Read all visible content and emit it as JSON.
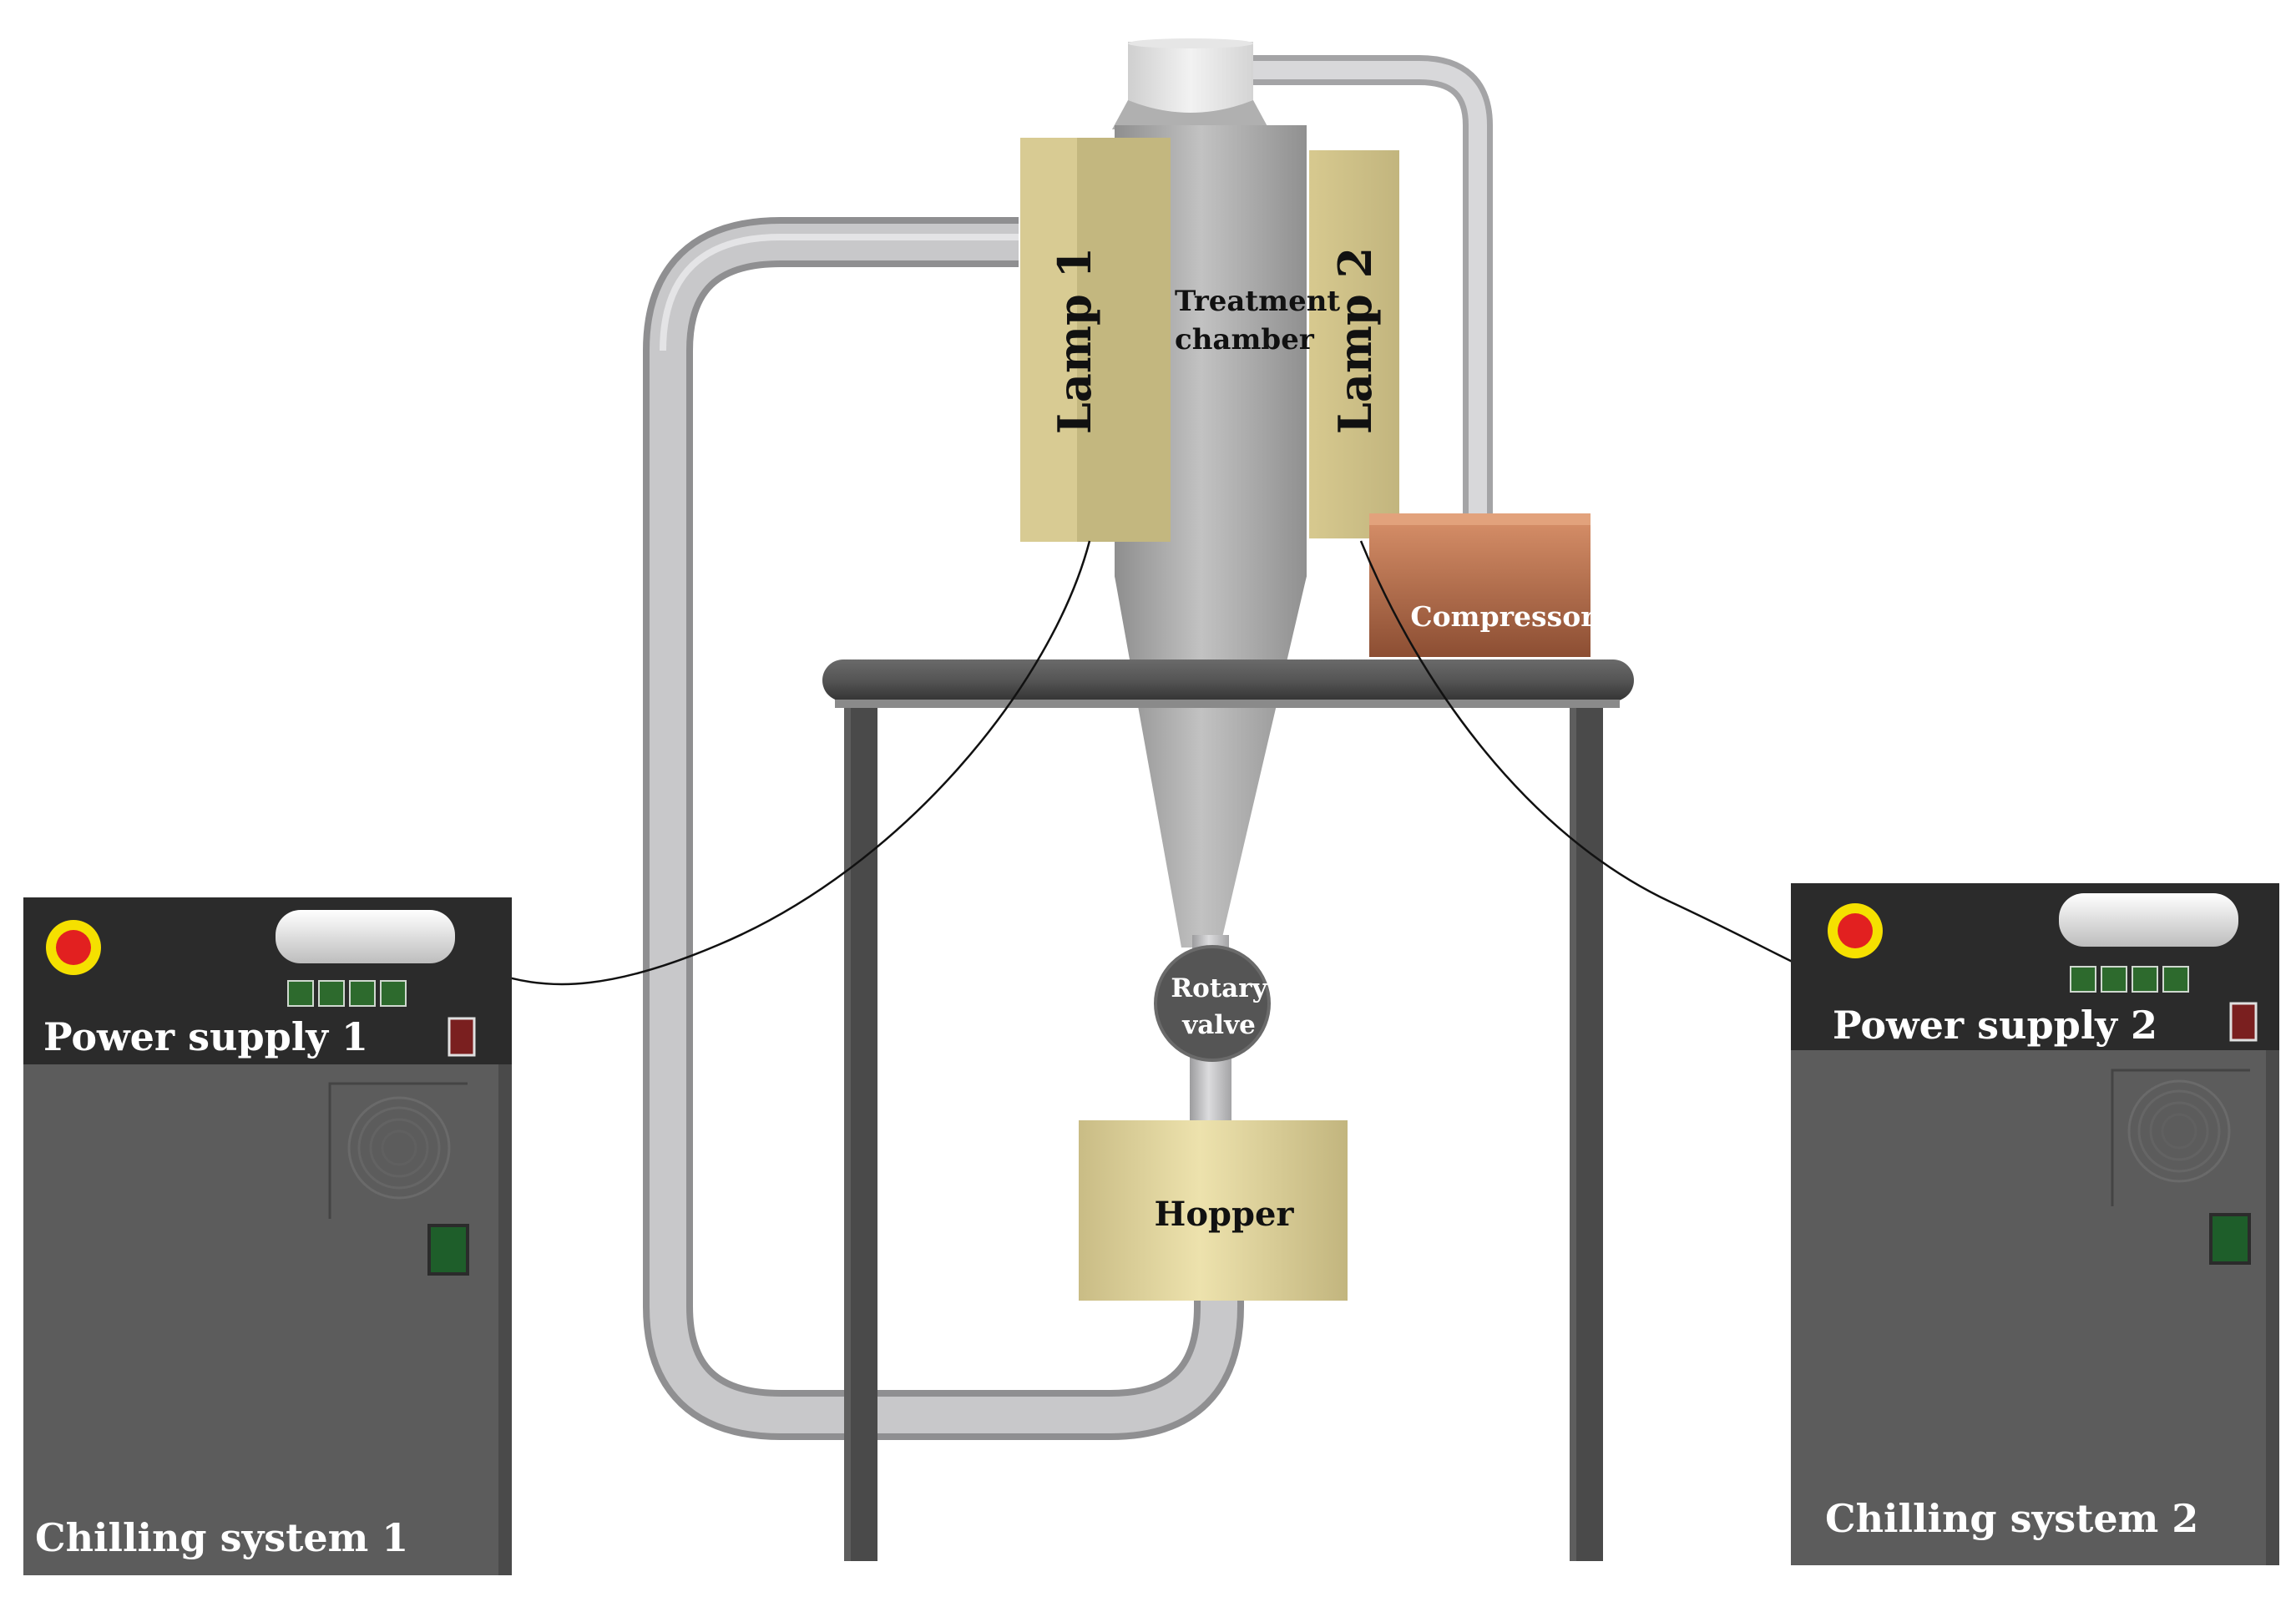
{
  "labels": {
    "lamp1": "Lamp 1",
    "lamp2": "Lamp 2",
    "chamber_line1": "Treatment",
    "chamber_line2": "chamber",
    "compressor": "Compressor",
    "rotary_line1": "Rotary",
    "rotary_line2": "valve",
    "hopper": "Hopper",
    "power_supply_1": "Power supply 1",
    "power_supply_2": "Power supply 2",
    "chilling_system_1": "Chilling system 1",
    "chilling_system_2": "Chilling system 2"
  },
  "colors": {
    "cabinet_body": "#5c5c5c",
    "cabinet_panel": "#2b2b2b",
    "lamp": "#c9bc85",
    "chamber": "#b4b4b4",
    "pipe": "#c4c4c6",
    "compressor": "#b5714f",
    "hopper": "#e6d9a4",
    "table": "#4c4c4c",
    "indicator_green": "#2d6a2d",
    "indicator_red": "#7a1f1f",
    "button_red": "#e22020",
    "button_ring": "#f5e000"
  }
}
